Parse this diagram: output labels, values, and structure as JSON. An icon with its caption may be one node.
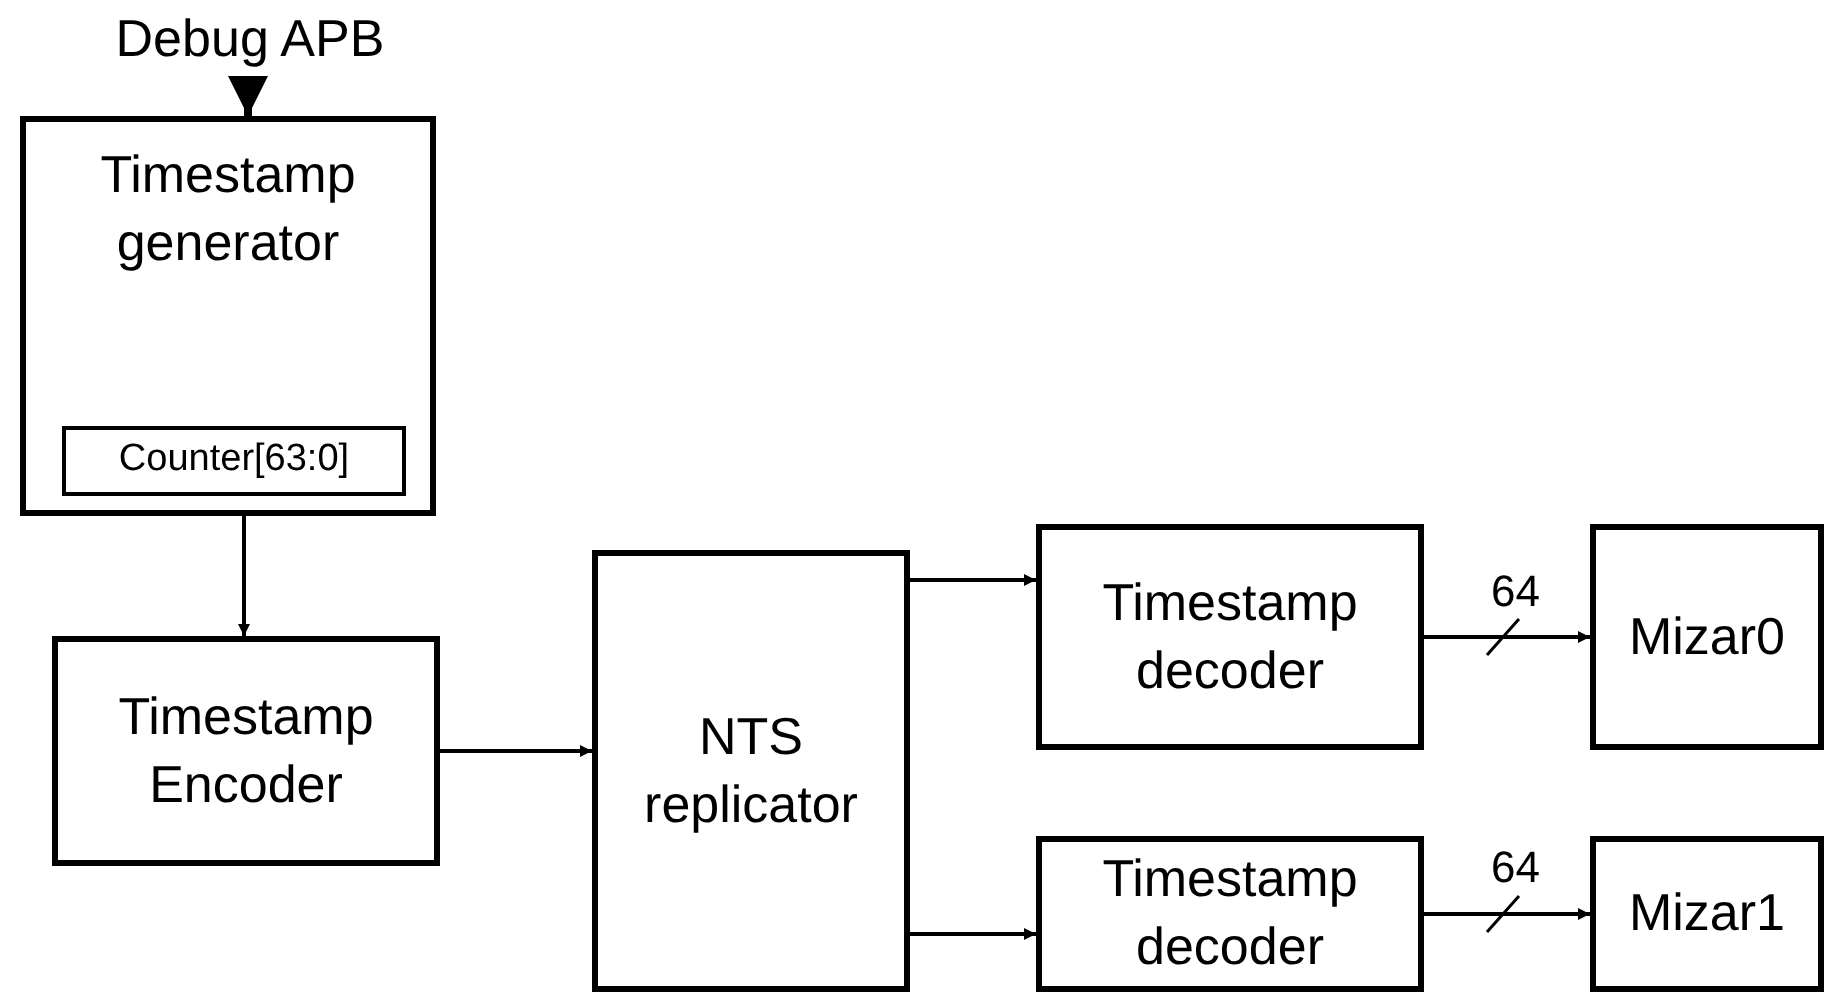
{
  "diagram": {
    "nodes": [
      {
        "text": [
          "Debug APB"
        ]
      },
      {
        "text": [
          "Timestamp generator"
        ]
      },
      {
        "text": [
          "Counter[63:0]"
        ],
        "in": 1
      },
      {
        "text": [
          "Timestamp Encoder"
        ]
      },
      {
        "text": [
          "NTS replicator"
        ]
      },
      {
        "text": [
          "Timestamp decoder"
        ]
      },
      {
        "text": [
          "Timestamp decoder"
        ]
      },
      {
        "text": [
          "Mizar0"
        ]
      },
      {
        "text": [
          "Mizar1"
        ]
      }
    ],
    "edges": [
      {
        "from": 0,
        "to": 1,
        "arrow": "to",
        "style": "thick"
      },
      {
        "from": 1,
        "to": 3,
        "arrow": "to"
      },
      {
        "from": 3,
        "to": 4,
        "arrow": "to"
      },
      {
        "from": 4,
        "to": 5,
        "arrow": "to"
      },
      {
        "from": 4,
        "to": 6,
        "arrow": "to"
      },
      {
        "from": 5,
        "to": 7,
        "arrow": "to",
        "label": "64"
      },
      {
        "from": 6,
        "to": 8,
        "arrow": "to",
        "label": "64"
      }
    ]
  }
}
